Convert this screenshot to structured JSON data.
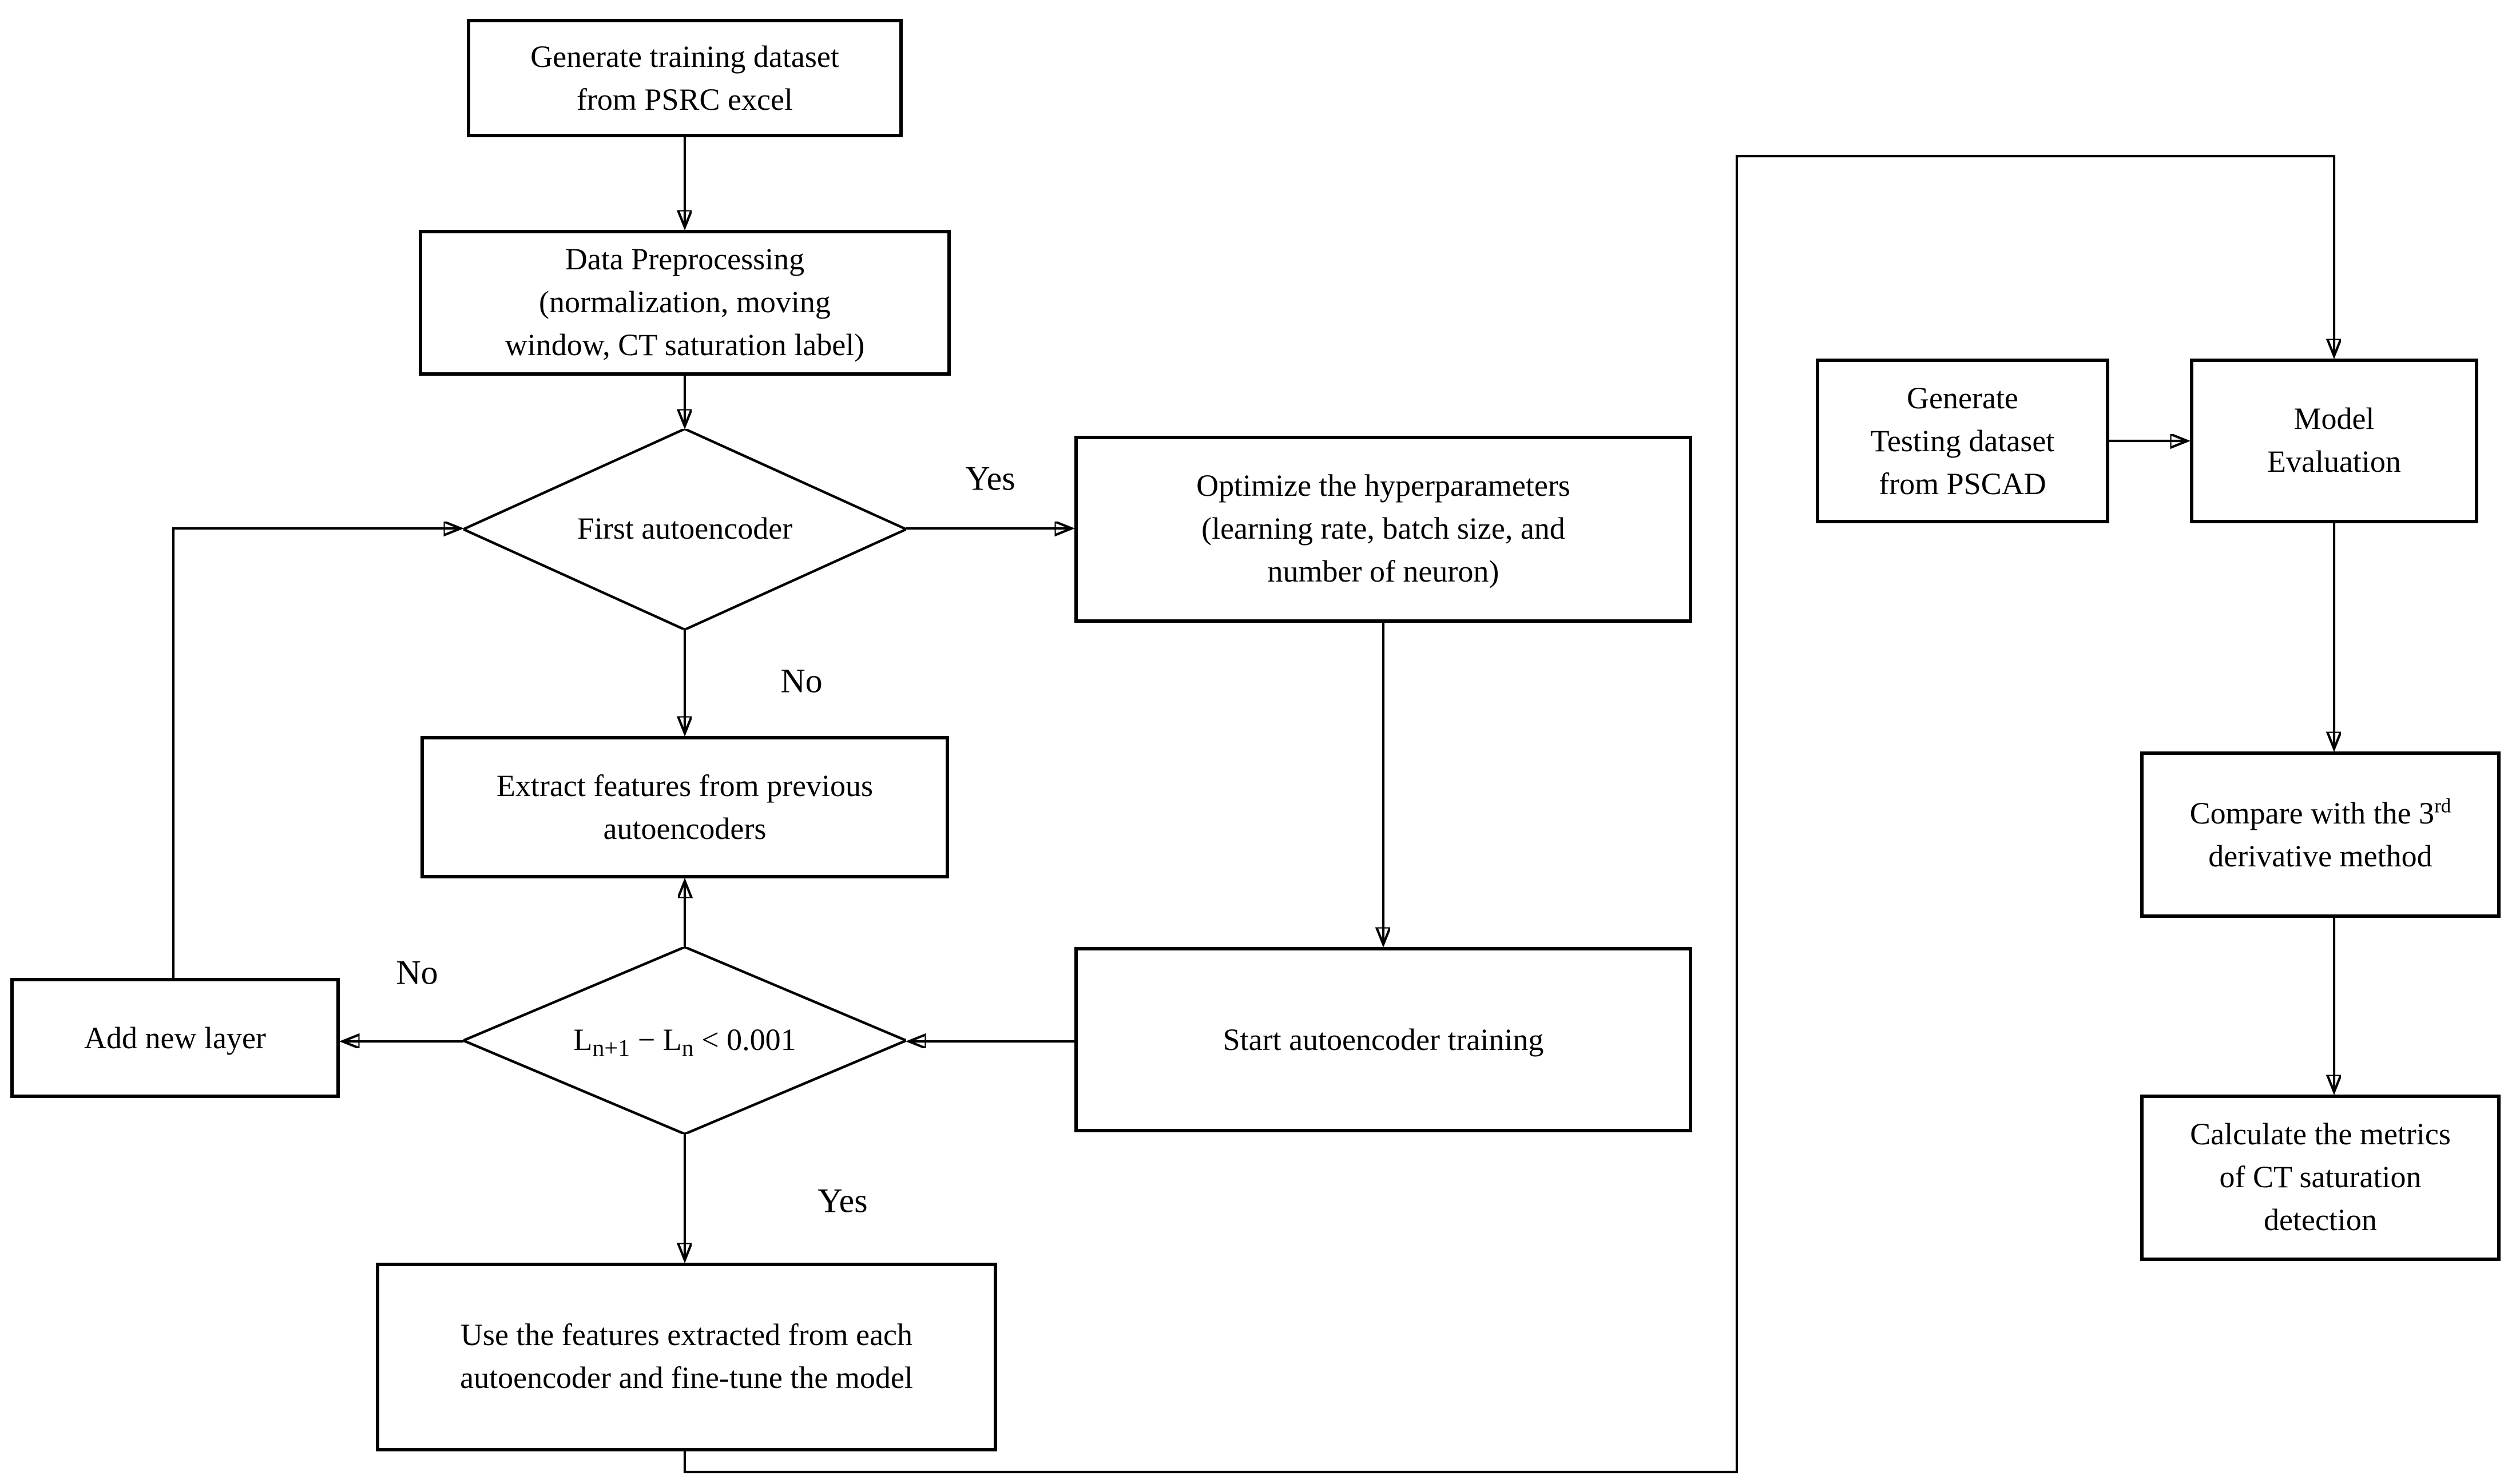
{
  "diagram_title": "Stacked autoencoder CT saturation detection flowchart",
  "colors": {
    "line": "#000000",
    "background": "#ffffff",
    "text": "#000000"
  },
  "nodes": {
    "generate_training": {
      "lines": [
        "Generate training dataset",
        "from PSRC excel"
      ]
    },
    "data_preprocessing": {
      "lines": [
        "Data Preprocessing",
        "(normalization, moving",
        "window, CT saturation label)"
      ]
    },
    "first_autoencoder": {
      "label": "First autoencoder"
    },
    "optimize_hyperparameters": {
      "lines": [
        "Optimize the hyperparameters",
        "(learning rate, batch size, and",
        "number of neuron)"
      ]
    },
    "extract_features": {
      "lines": [
        "Extract features from previous",
        "autoencoders"
      ]
    },
    "loss_condition": {
      "base1": "L",
      "sub1": "n+1",
      "mid": " − L",
      "sub2": "n",
      "tail": " < 0.001"
    },
    "add_new_layer": {
      "label": "Add new layer"
    },
    "start_training": {
      "label": "Start autoencoder training"
    },
    "use_features": {
      "lines": [
        "Use the features extracted from each",
        "autoencoder and fine-tune the model"
      ]
    },
    "generate_testing": {
      "lines": [
        "Generate",
        "Testing dataset",
        "from PSCAD"
      ]
    },
    "model_evaluation": {
      "lines": [
        "Model",
        "Evaluation"
      ]
    },
    "compare_third_derivative": {
      "line1_base": "Compare with the 3",
      "line1_sup": "rd",
      "line2": "derivative method"
    },
    "calculate_metrics": {
      "lines": [
        "Calculate the metrics",
        "of CT saturation",
        "detection"
      ]
    }
  },
  "edge_labels": {
    "first_yes": "Yes",
    "first_no": "No",
    "loss_no": "No",
    "loss_yes": "Yes"
  }
}
